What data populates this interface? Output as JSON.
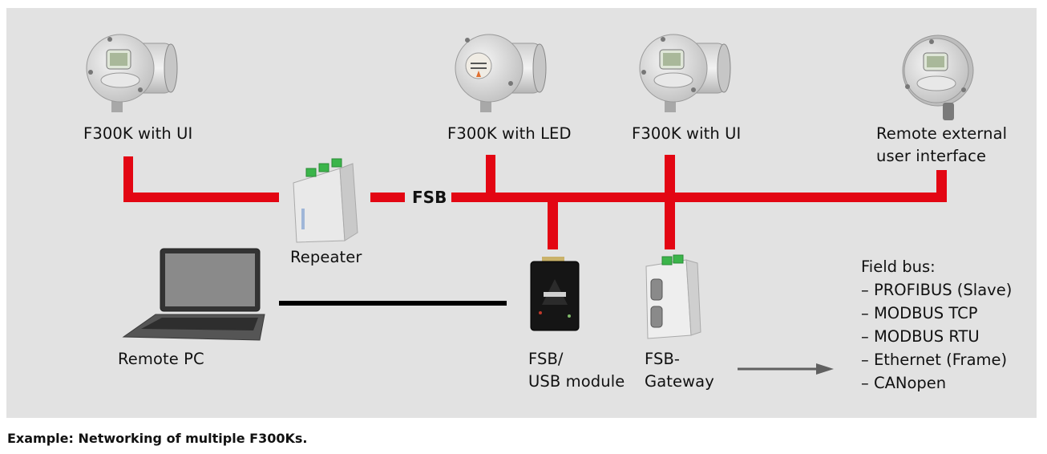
{
  "diagram": {
    "bus_label": "FSB",
    "devices": {
      "f300k_ui_left": {
        "label": "F300K with UI",
        "icon": "sensor-with-display-icon"
      },
      "f300k_led": {
        "label": "F300K with LED",
        "icon": "sensor-with-led-icon"
      },
      "f300k_ui_right": {
        "label": "F300K with UI",
        "icon": "sensor-with-display-icon"
      },
      "remote_ui": {
        "label_line1": "Remote external",
        "label_line2": "user interface",
        "icon": "remote-display-icon"
      },
      "repeater": {
        "label": "Repeater",
        "icon": "din-rail-module-icon"
      },
      "remote_pc": {
        "label": "Remote PC",
        "icon": "laptop-icon"
      },
      "usb_module": {
        "label_line1": "FSB/",
        "label_line2": "USB module",
        "icon": "usb-module-icon"
      },
      "gateway": {
        "label_line1": "FSB-",
        "label_line2": "Gateway",
        "icon": "gateway-module-icon"
      }
    },
    "fieldbus": {
      "title": "Field bus:",
      "items": [
        "– PROFIBUS (Slave)",
        "– MODBUS TCP",
        "– MODBUS RTU",
        "– Ethernet (Frame)",
        "– CANopen"
      ]
    },
    "colors": {
      "bus": "#e30613",
      "usb_link": "#000000",
      "arrow": "#606060",
      "background": "#e2e2e2"
    }
  },
  "caption": "Example: Networking of multiple F300Ks."
}
